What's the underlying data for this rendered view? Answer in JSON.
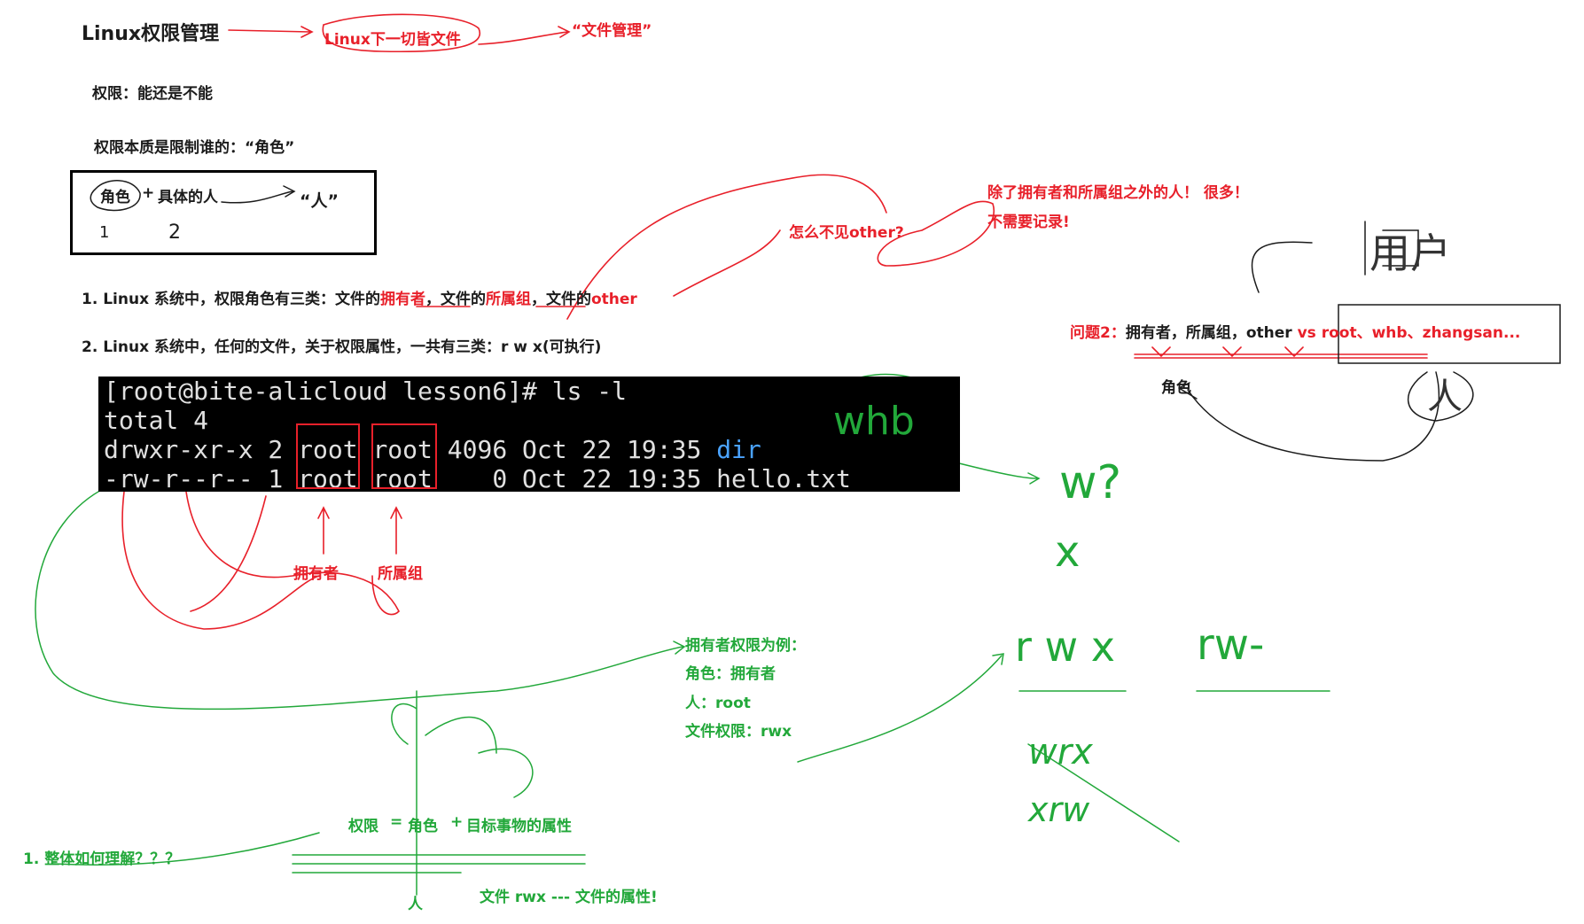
{
  "title": "Linux权限管理",
  "note_everything_file": "Linux下一切皆文件",
  "note_file_management": "“文件管理”",
  "permission_def": "权限：能还是不能",
  "permission_essence": "权限本质是限制谁的：“角色”",
  "role_box": {
    "role": "角色",
    "plus": "+",
    "person": "具体的人",
    "arrow_label": "“人”",
    "num1": "1",
    "num2": "2"
  },
  "point1": {
    "prefix": "1. Linux 系统中，权限角色有三类：文件的",
    "owner": "拥有者",
    "mid1": "，文件的",
    "group": "所属组",
    "mid2": "，文件的",
    "other": "other"
  },
  "point2": "2. Linux 系统中，任何的文件，关于权限属性，一共有三类：r w x(可执行)",
  "question_other": "怎么不见other?",
  "answer_other": {
    "line1": "除了拥有者和所属组之外的人！ 很多！",
    "line2": "不需要记录!"
  },
  "question2": {
    "label": "问题2：",
    "roles": "拥有者，所属组，other",
    "vs": "vs",
    "users": "root、whb、zhangsan..."
  },
  "role_label": "角色",
  "user_handwriting": "用户",
  "person_handwriting": "人",
  "terminal": {
    "prompt": "[root@bite-alicloud lesson6]# ls -l",
    "total": "total 4",
    "row1_perm": "drwxr-xr-x 2 ",
    "row1_owner": "root",
    "row1_group": "root",
    "row1_rest": " 4096 Oct 22 19:35 ",
    "row1_name": "dir",
    "row2_perm": "-rw-r--r-- 1 ",
    "row2_owner": "root",
    "row2_group": "root",
    "row2_rest": "    0 Oct 22 19:35 hello.txt"
  },
  "label_owner": "拥有者",
  "label_group": "所属组",
  "example": {
    "line1": "拥有者权限为例：",
    "line2": "角色：拥有者",
    "line3": "人：root",
    "line4": "文件权限：rwx"
  },
  "formula": {
    "perm": "权限",
    "eq": "=",
    "role": "角色",
    "plus": "+",
    "attr": "目标事物的属性",
    "person": "人",
    "file_rwx": "文件 rwx --- 文件的属性!"
  },
  "question_overall": "1. 整体如何理解？？？",
  "handwriting": {
    "whb": "whb",
    "w_q": "w?",
    "x_mark": "x",
    "rwx": "r w x",
    "rw": "rw-",
    "wrx": "wrx",
    "xrw": "xrw"
  },
  "colors": {
    "red": "#e8202a",
    "green": "#22a83a",
    "black": "#1c1c1c",
    "terminal_bg": "#000000"
  }
}
